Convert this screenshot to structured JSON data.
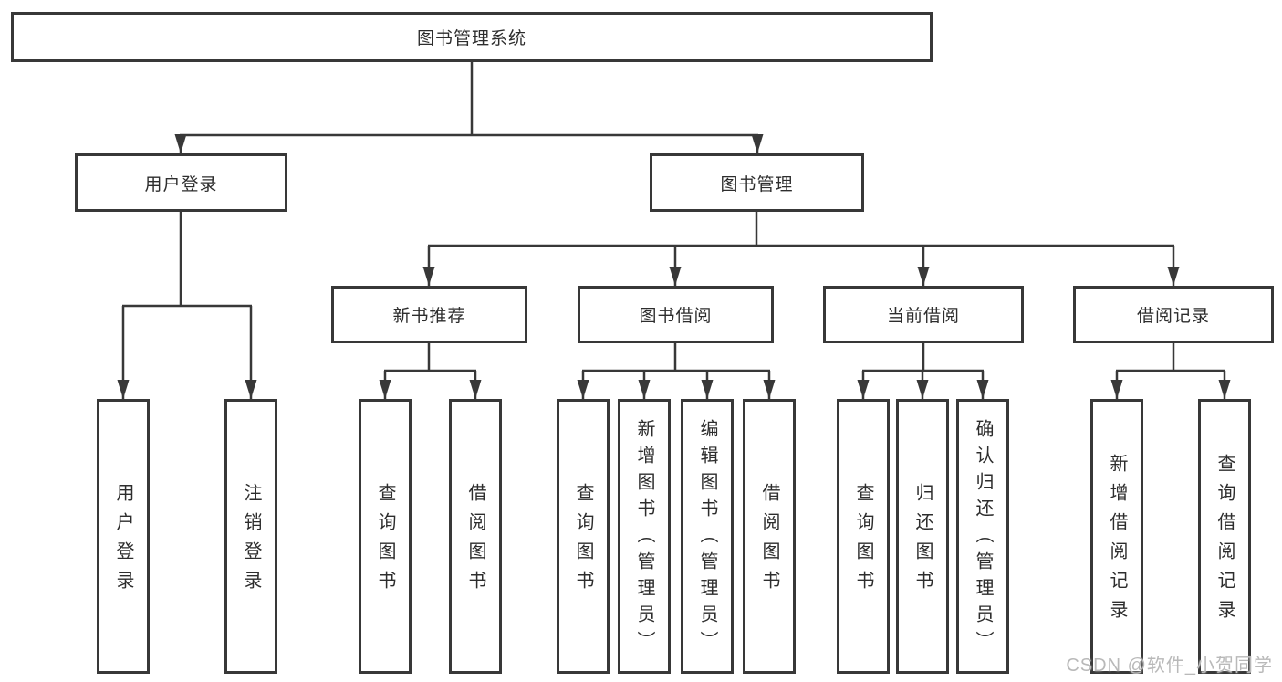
{
  "tree": {
    "root": {
      "label": "图书管理系统"
    },
    "children": [
      {
        "label": "用户登录",
        "children": [
          {
            "label": "用户登录"
          },
          {
            "label": "注销登录"
          }
        ]
      },
      {
        "label": "图书管理",
        "children": [
          {
            "label": "新书推荐",
            "children": [
              {
                "label": "查询图书"
              },
              {
                "label": "借阅图书"
              }
            ]
          },
          {
            "label": "图书借阅",
            "children": [
              {
                "label": "查询图书"
              },
              {
                "label": "新增图书（管理员）"
              },
              {
                "label": "编辑图书（管理员）"
              },
              {
                "label": "借阅图书"
              }
            ]
          },
          {
            "label": "当前借阅",
            "children": [
              {
                "label": "查询图书"
              },
              {
                "label": "归还图书"
              },
              {
                "label": "确认归还（管理员）"
              }
            ]
          },
          {
            "label": "借阅记录",
            "children": [
              {
                "label": "新增借阅记录"
              },
              {
                "label": "查询借阅记录"
              }
            ]
          }
        ]
      }
    ]
  },
  "watermark": {
    "text": "CSDN @软件_小贺同学"
  },
  "colors": {
    "line": "#383838",
    "text": "#2d2d2d",
    "watermark": "#b9b9b9",
    "background": "#ffffff"
  }
}
